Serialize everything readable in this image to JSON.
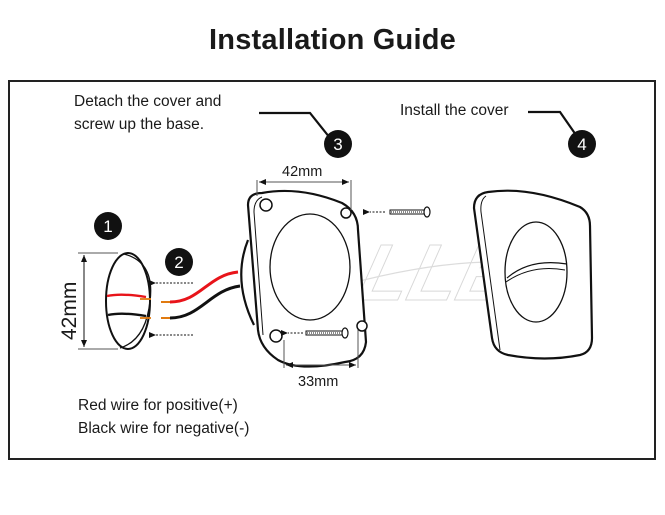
{
  "title": "Installation Guide",
  "steps": {
    "step1": {
      "number": "1"
    },
    "step2": {
      "number": "2"
    },
    "step3": {
      "number": "3",
      "text_line1": "Detach the cover and",
      "text_line2": "screw up the base."
    },
    "step4": {
      "number": "4",
      "text": "Install the cover"
    }
  },
  "dimensions": {
    "cap_height": "42mm",
    "base_width": "42mm",
    "screw_spacing": "33mm"
  },
  "notes": {
    "line1": "Red wire for positive(+)",
    "line2": "Black wire for negative(-)"
  },
  "watermark": "ALLED",
  "colors": {
    "positive_wire": "#e8141a",
    "negative_wire": "#111111",
    "wire_tip": "#e07a10",
    "badge": "#111111"
  }
}
